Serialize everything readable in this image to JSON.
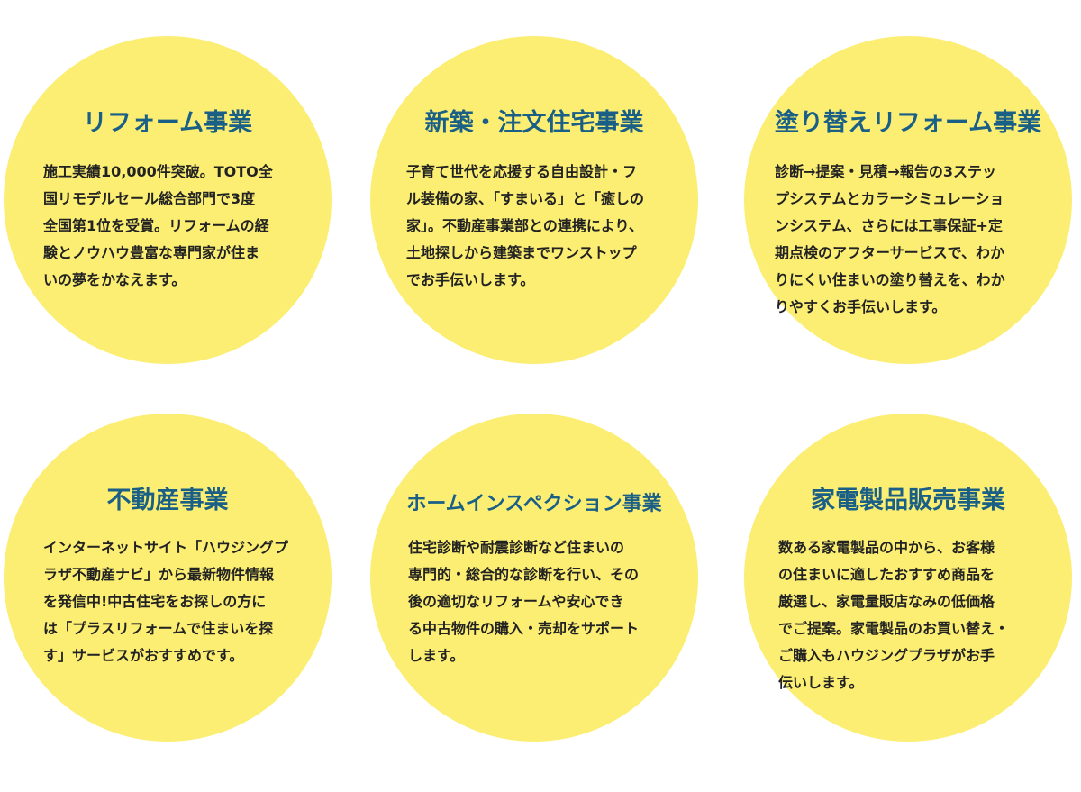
{
  "colors": {
    "circle": "#fbee72",
    "title": "#1a5f86",
    "text": "#222222"
  },
  "businesses": [
    {
      "title": "リフォーム事業",
      "lines": [
        "施工実績10,000件突破。TOTO全",
        "国リモデルセール総合部門で3度",
        "全国第1位を受賞。リフォームの経",
        "験とノウハウ豊富な専門家が住ま",
        "いの夢をかなえます。"
      ]
    },
    {
      "title": "新築・注文住宅事業",
      "lines": [
        "子育て世代を応援する自由設計・フ",
        "ル装備の家、「すまいる」と「癒しの",
        "家」。不動産事業部との連携により、",
        "土地探しから建築までワンストップ",
        "でお手伝いします。"
      ]
    },
    {
      "title": "塗り替えリフォーム事業",
      "lines": [
        "診断→提案・見積→報告の3ステッ",
        "プシステムとカラーシミュレーショ",
        "ンシステム、さらには工事保証+定",
        "期点検のアフターサービスで、わか",
        "りにくい住まいの塗り替えを、わか",
        "りやすくお手伝いします。"
      ]
    },
    {
      "title": "不動産事業",
      "lines": [
        "インターネットサイト「ハウジングプ",
        "ラザ不動産ナビ」から最新物件情報",
        "を発信中!中古住宅をお探しの方に",
        "は「プラスリフォームで住まいを探",
        "す」サービスがおすすめです。"
      ]
    },
    {
      "title": "ホームインスペクション事業",
      "lines": [
        "住宅診断や耐震診断など住まいの",
        "専門的・総合的な診断を行い、その",
        "後の適切なリフォームや安心でき",
        "る中古物件の購入・売却をサポート",
        "します。"
      ]
    },
    {
      "title": "家電製品販売事業",
      "lines": [
        "数ある家電製品の中から、お客様",
        "の住まいに適したおすすめ商品を",
        "厳選し、家電量販店なみの低価格",
        "でご提案。家電製品のお買い替え・",
        "ご購入もハウジングプラザがお手",
        "伝いします。"
      ]
    }
  ]
}
